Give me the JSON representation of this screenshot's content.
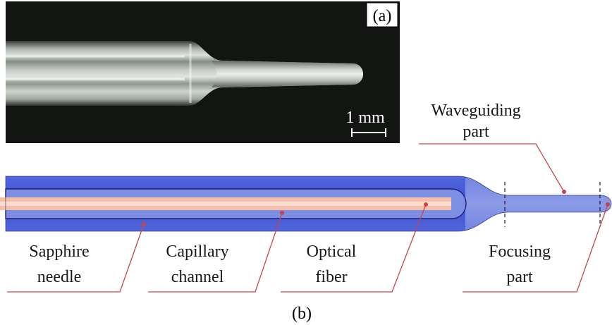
{
  "photo": {
    "panel_label": "(a)",
    "scale_bar_label": "1 mm"
  },
  "diagram": {
    "panel_label": "(b)",
    "labels": {
      "waveguiding_line1": "Waveguiding",
      "waveguiding_line2": "part",
      "sapphire_line1": "Sapphire",
      "sapphire_line2": "needle",
      "capillary_line1": "Capillary",
      "capillary_line2": "channel",
      "optical_line1": "Optical",
      "optical_line2": "fiber",
      "focusing_line1": "Focusing",
      "focusing_line2": "part"
    },
    "colors": {
      "needle_blue": "#4a5fd8",
      "needle_light": "#8f9ee8",
      "fiber": "#f2b9a4",
      "leader": "#c8444a"
    }
  }
}
